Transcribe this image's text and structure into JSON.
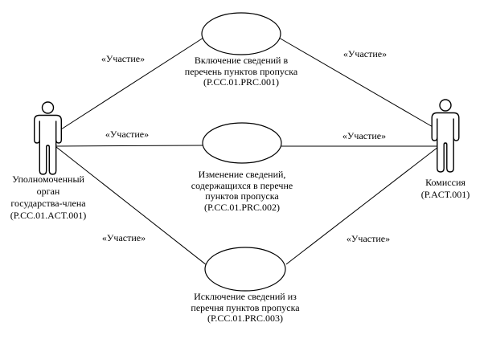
{
  "diagram_type": "uml-use-case",
  "colors": {
    "stroke": "#000000",
    "background": "#ffffff",
    "text": "#000000"
  },
  "actors": [
    {
      "side": "left",
      "lines": [
        "Уполномоченный",
        "орган",
        "государства-члена",
        "(P.CC.01.ACT.001)"
      ]
    },
    {
      "side": "right",
      "lines": [
        "Комиссия",
        "(P.ACT.001)"
      ]
    }
  ],
  "use_cases": [
    {
      "lines": [
        "Включение сведений в",
        "перечень пунктов пропуска",
        "(P.CC.01.PRC.001)"
      ]
    },
    {
      "lines": [
        "Изменение сведений,",
        "содержащихся в перечне",
        "пунктов пропуска",
        "(P.CC.01.PRC.002)"
      ]
    },
    {
      "lines": [
        "Исключение сведений из",
        "перечня пунктов пропуска",
        "(P.CC.01.PRC.003)"
      ]
    }
  ],
  "edges": [
    {
      "label": "«Участие»"
    },
    {
      "label": "«Участие»"
    },
    {
      "label": "«Участие»"
    },
    {
      "label": "«Участие»"
    },
    {
      "label": "«Участие»"
    },
    {
      "label": "«Участие»"
    }
  ]
}
